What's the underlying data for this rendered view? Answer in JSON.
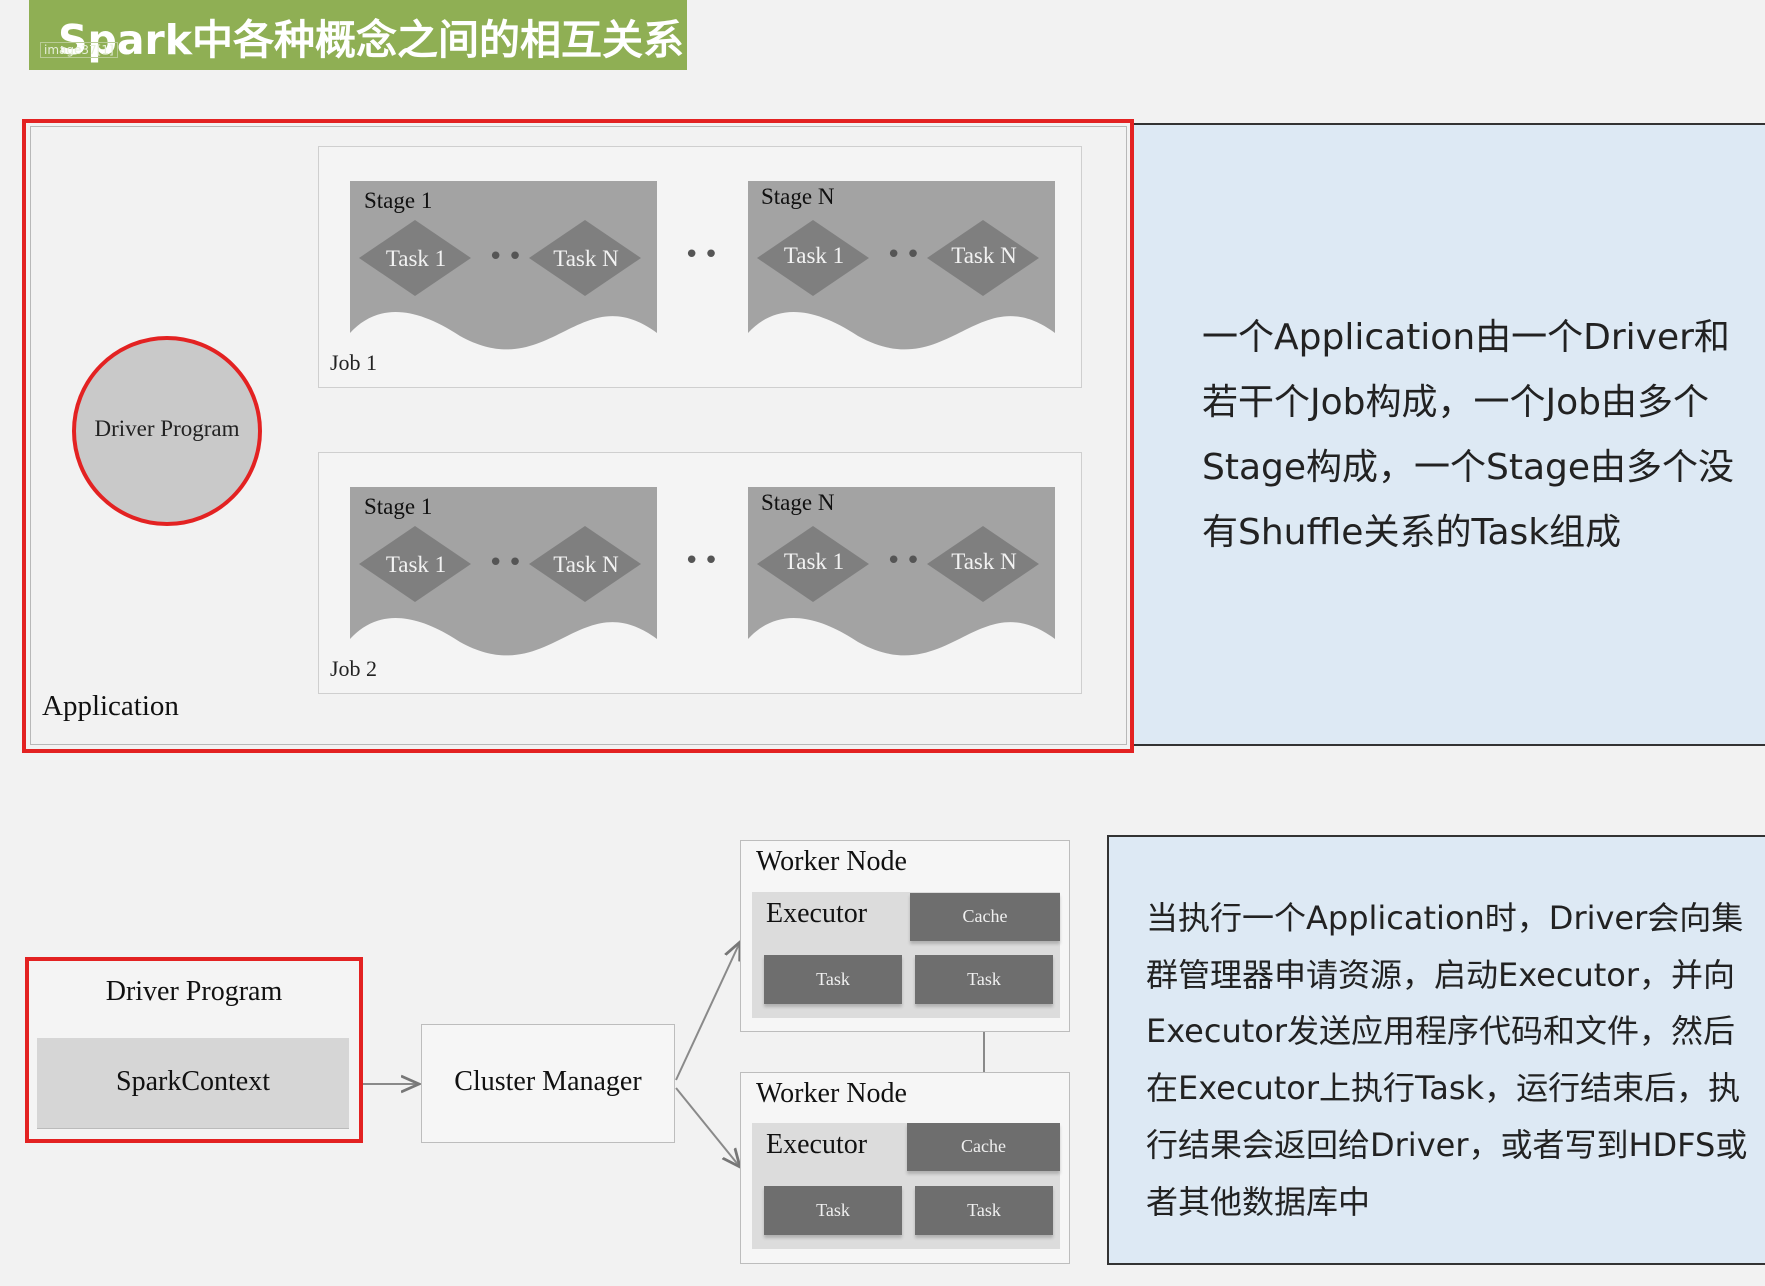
{
  "title": "Spark中各种概念之间的相互关系",
  "image_tag": "image37[1]",
  "application": {
    "label": "Application",
    "driver_program": "Driver Program",
    "jobs": [
      {
        "label": "Job 1",
        "stages": [
          {
            "label": "Stage 1",
            "tasks": [
              "Task 1",
              "Task N"
            ],
            "dots": "••"
          },
          {
            "label": "Stage N",
            "tasks": [
              "Task 1",
              "Task N"
            ],
            "dots": "••"
          }
        ],
        "dots": "••"
      },
      {
        "label": "Job 2",
        "stages": [
          {
            "label": "Stage 1",
            "tasks": [
              "Task 1",
              "Task N"
            ],
            "dots": "••"
          },
          {
            "label": "Stage N",
            "tasks": [
              "Task 1",
              "Task N"
            ],
            "dots": "••"
          }
        ],
        "dots": "••"
      }
    ]
  },
  "top_description": [
    "一个Application由一个Driver和",
    "若干个Job构成，一个Job由多个",
    "Stage构成，一个Stage由多个没",
    "有Shuffle关系的Task组成"
  ],
  "bottom": {
    "driver_program": "Driver Program",
    "spark_context": "SparkContext",
    "cluster_manager": "Cluster Manager",
    "workers": [
      {
        "title": "Worker Node",
        "executor": "Executor",
        "cache": "Cache",
        "tasks": [
          "Task",
          "Task"
        ]
      },
      {
        "title": "Worker Node",
        "executor": "Executor",
        "cache": "Cache",
        "tasks": [
          "Task",
          "Task"
        ]
      }
    ]
  },
  "bottom_description": [
    "当执行一个Application时，Driver会向集",
    "群管理器申请资源，启动Executor，并向",
    "Executor发送应用程序代码和文件，然后",
    "在Executor上执行Task，运行结束后，执",
    "行结果会返回给Driver，或者写到HDFS或",
    "者其他数据库中"
  ],
  "colors": {
    "title_bar": "#8faf54",
    "highlight_red": "#e32222",
    "panel_blue": "#dde9f4",
    "stage_gray": "#a3a3a3",
    "task_diamond": "#7f7f7f",
    "box_gray": "#6e6e6e"
  }
}
